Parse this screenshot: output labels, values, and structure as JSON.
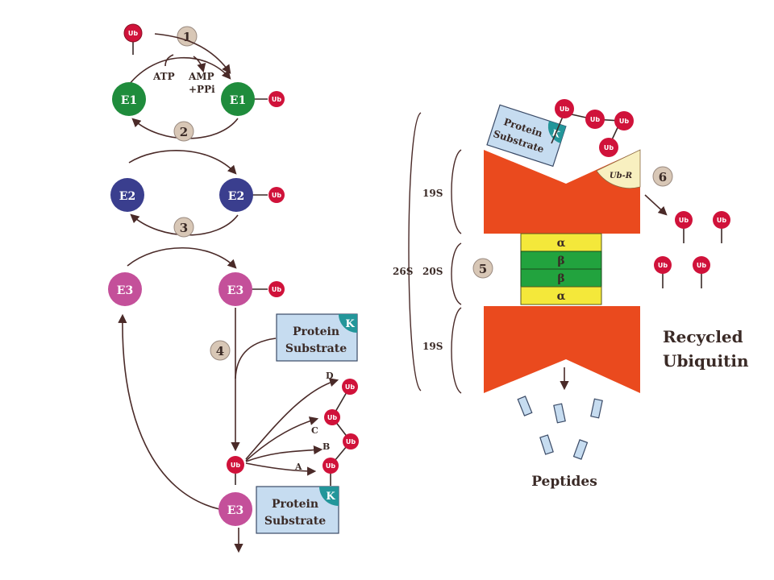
{
  "left": {
    "steps": [
      "1",
      "2",
      "3",
      "4"
    ],
    "enzymes": [
      "E1",
      "E2",
      "E3"
    ],
    "ub": "Ub",
    "atp": "ATP",
    "amp": "AMP",
    "ppi": "+PPi",
    "substrate_line1": "Protein",
    "substrate_line2": "Substrate",
    "lysine": "K",
    "chain_labels": [
      "A",
      "B",
      "C",
      "D"
    ]
  },
  "right": {
    "step5": "5",
    "step6": "6",
    "label_26s": "26S",
    "label_19s_top": "19S",
    "label_20s": "20S",
    "label_19s_bottom": "19S",
    "alpha": "α",
    "beta": "β",
    "ubr": "Ub-R",
    "ub": "Ub",
    "substrate_line1": "Protein",
    "substrate_line2": "Substrate",
    "lysine": "K",
    "recycled_line1": "Recycled",
    "recycled_line2": "Ubiquitin",
    "peptides": "Peptides"
  },
  "colors": {
    "e1": "#1f8c3c",
    "e2": "#3a3e8e",
    "e3": "#c4509a",
    "ub": "#d0123a",
    "step_circle": "#d8c7b6",
    "proteasome": "#ea4a1e",
    "alpha_ring": "#f4e83a",
    "beta_ring": "#22a33e",
    "substrate": "#c6dcf0",
    "lysine_tab": "#23969a",
    "ubr": "#f8f0c0"
  }
}
